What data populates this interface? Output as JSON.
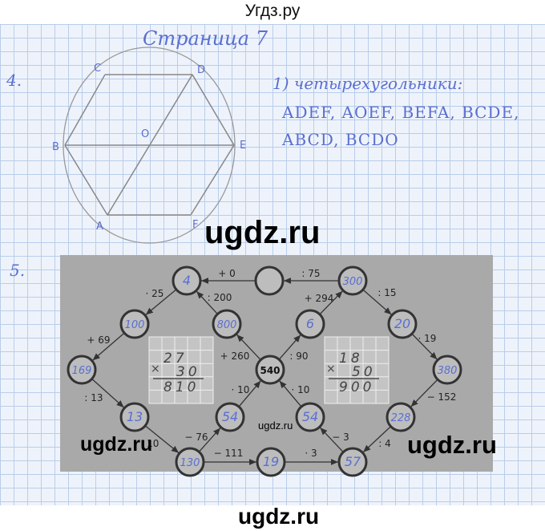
{
  "site_title": "Угдз.ру",
  "page_heading": "Страница 7",
  "task4": {
    "number": "4.",
    "points": [
      "A",
      "B",
      "C",
      "D",
      "E",
      "F",
      "O"
    ],
    "answer_line1": "1) четырехугольники:",
    "answer_line2": "ADEF, AOEF, BEFA, BCDE,",
    "answer_line3": "ABCD, BCDO"
  },
  "task5": {
    "number": "5.",
    "nodes": [
      "4",
      "",
      "300",
      "100",
      "800",
      "6",
      "20",
      "169",
      "540",
      "380",
      "13",
      "54",
      "54",
      "228",
      "130",
      "19",
      "57"
    ],
    "edges": [
      {
        "from": 1,
        "to": 0,
        "label": "+ 0"
      },
      {
        "from": 2,
        "to": 1,
        "label": ": 75"
      },
      {
        "from": 0,
        "to": 3,
        "label": "· 25"
      },
      {
        "from": 4,
        "to": 0,
        "label": ": 200"
      },
      {
        "from": 5,
        "to": 2,
        "label": "+ 294"
      },
      {
        "from": 2,
        "to": 6,
        "label": ": 15"
      },
      {
        "from": 3,
        "to": 7,
        "label": "+ 69"
      },
      {
        "from": 8,
        "to": 4,
        "label": "+ 260"
      },
      {
        "from": 8,
        "to": 5,
        "label": ": 90"
      },
      {
        "from": 6,
        "to": 9,
        "label": "· 19"
      },
      {
        "from": 7,
        "to": 10,
        "label": ": 13"
      },
      {
        "from": 11,
        "to": 8,
        "label": "· 10"
      },
      {
        "from": 12,
        "to": 8,
        "label": "· 10"
      },
      {
        "from": 9,
        "to": 13,
        "label": "− 152"
      },
      {
        "from": 10,
        "to": 14,
        "label": "· 10"
      },
      {
        "from": 14,
        "to": 11,
        "label": "− 76"
      },
      {
        "from": 14,
        "to": 15,
        "label": "− 111"
      },
      {
        "from": 15,
        "to": 16,
        "label": "· 3"
      },
      {
        "from": 16,
        "to": 12,
        "label": "− 3"
      },
      {
        "from": 13,
        "to": 16,
        "label": ": 4"
      }
    ],
    "calc_left": {
      "row1": "27",
      "row2": "30",
      "result": "810",
      "sign": "×"
    },
    "calc_right": {
      "row1": "18",
      "row2": "50",
      "result": "900",
      "sign": "×"
    }
  },
  "watermarks": [
    "ugdz.ru",
    "ugdz.ru",
    "ugdz.ru",
    "ugdz.ru",
    "ugdz.ru"
  ],
  "colors": {
    "ink": "#5a6fd0",
    "panel": "#a9a9a9",
    "grid": "#b9cdea"
  }
}
